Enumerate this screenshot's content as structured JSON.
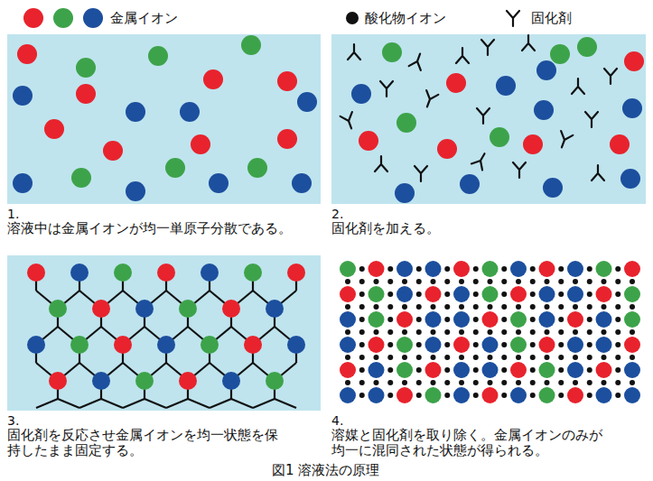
{
  "diagram": {
    "caption": "図1 溶液法の原理",
    "nodes": [
      {
        "text": [
          "1.",
          "溶液中は金属イオンが均一単原子分散である。"
        ]
      },
      {
        "text": [
          "2.",
          "固化剤を加える。"
        ]
      },
      {
        "text": [
          "3.",
          "固化剤を反応させ金属イオンを均一状態を保持したまま固定する。"
        ]
      },
      {
        "text": [
          "4.",
          "溶媒と固化剤を取り除く。金属イオンのみが均一に混同された状態が得られる。"
        ]
      }
    ],
    "legend": [
      {
        "text": "金属イオン"
      },
      {
        "text": "酸化物イオン"
      },
      {
        "text": "固化剤"
      }
    ]
  }
}
